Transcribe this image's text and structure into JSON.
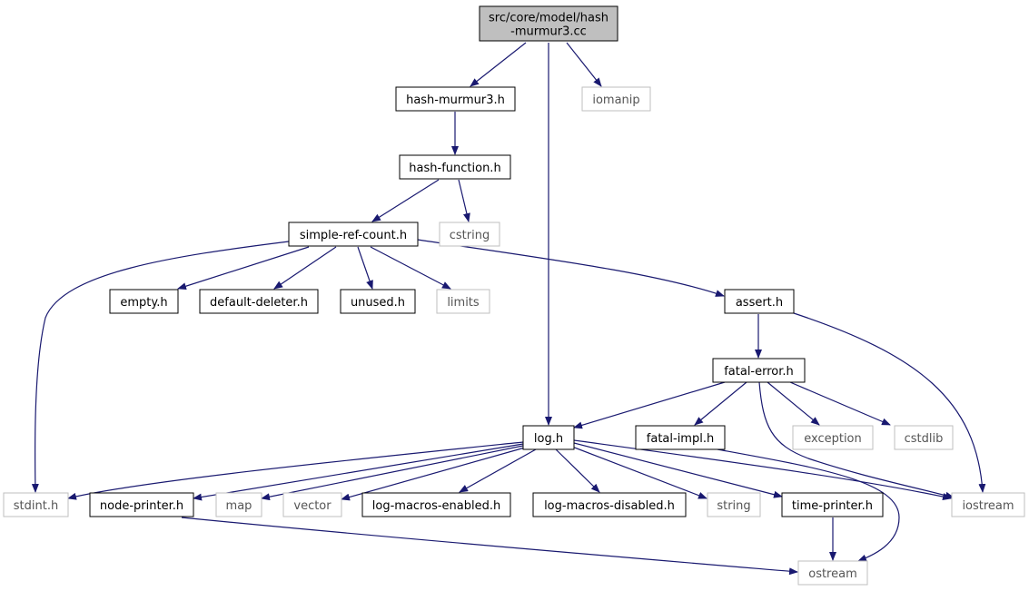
{
  "colors": {
    "edge": "#191970",
    "root_fill": "#bfbfbf",
    "local_border": "#000000",
    "system_border": "#bfbfbf",
    "system_text": "#555555"
  },
  "nodes": [
    {
      "id": "root",
      "label": [
        "src/core/model/hash",
        "-murmur3.cc"
      ],
      "kind": "root"
    },
    {
      "id": "hash_murmur3_h",
      "label": [
        "hash-murmur3.h"
      ],
      "kind": "local"
    },
    {
      "id": "iomanip",
      "label": [
        "iomanip"
      ],
      "kind": "system"
    },
    {
      "id": "hash_function_h",
      "label": [
        "hash-function.h"
      ],
      "kind": "local"
    },
    {
      "id": "simple_ref_count_h",
      "label": [
        "simple-ref-count.h"
      ],
      "kind": "local"
    },
    {
      "id": "cstring",
      "label": [
        "cstring"
      ],
      "kind": "system"
    },
    {
      "id": "empty_h",
      "label": [
        "empty.h"
      ],
      "kind": "local"
    },
    {
      "id": "default_deleter_h",
      "label": [
        "default-deleter.h"
      ],
      "kind": "local"
    },
    {
      "id": "unused_h",
      "label": [
        "unused.h"
      ],
      "kind": "local"
    },
    {
      "id": "limits",
      "label": [
        "limits"
      ],
      "kind": "system"
    },
    {
      "id": "assert_h",
      "label": [
        "assert.h"
      ],
      "kind": "local"
    },
    {
      "id": "fatal_error_h",
      "label": [
        "fatal-error.h"
      ],
      "kind": "local"
    },
    {
      "id": "log_h",
      "label": [
        "log.h"
      ],
      "kind": "local"
    },
    {
      "id": "fatal_impl_h",
      "label": [
        "fatal-impl.h"
      ],
      "kind": "local"
    },
    {
      "id": "exception",
      "label": [
        "exception"
      ],
      "kind": "system"
    },
    {
      "id": "cstdlib",
      "label": [
        "cstdlib"
      ],
      "kind": "system"
    },
    {
      "id": "stdint_h",
      "label": [
        "stdint.h"
      ],
      "kind": "system"
    },
    {
      "id": "node_printer_h",
      "label": [
        "node-printer.h"
      ],
      "kind": "local"
    },
    {
      "id": "map",
      "label": [
        "map"
      ],
      "kind": "system"
    },
    {
      "id": "vector",
      "label": [
        "vector"
      ],
      "kind": "system"
    },
    {
      "id": "log_macros_enabled_h",
      "label": [
        "log-macros-enabled.h"
      ],
      "kind": "local"
    },
    {
      "id": "log_macros_disabled_h",
      "label": [
        "log-macros-disabled.h"
      ],
      "kind": "local"
    },
    {
      "id": "string",
      "label": [
        "string"
      ],
      "kind": "system"
    },
    {
      "id": "time_printer_h",
      "label": [
        "time-printer.h"
      ],
      "kind": "local"
    },
    {
      "id": "iostream",
      "label": [
        "iostream"
      ],
      "kind": "system"
    },
    {
      "id": "ostream",
      "label": [
        "ostream"
      ],
      "kind": "system"
    }
  ],
  "edges": [
    {
      "from": "root",
      "to": "hash_murmur3_h"
    },
    {
      "from": "root",
      "to": "log_h"
    },
    {
      "from": "root",
      "to": "iomanip"
    },
    {
      "from": "hash_murmur3_h",
      "to": "hash_function_h"
    },
    {
      "from": "hash_function_h",
      "to": "simple_ref_count_h"
    },
    {
      "from": "hash_function_h",
      "to": "cstring"
    },
    {
      "from": "simple_ref_count_h",
      "to": "stdint_h"
    },
    {
      "from": "simple_ref_count_h",
      "to": "empty_h"
    },
    {
      "from": "simple_ref_count_h",
      "to": "default_deleter_h"
    },
    {
      "from": "simple_ref_count_h",
      "to": "unused_h"
    },
    {
      "from": "simple_ref_count_h",
      "to": "limits"
    },
    {
      "from": "simple_ref_count_h",
      "to": "assert_h"
    },
    {
      "from": "assert_h",
      "to": "fatal_error_h"
    },
    {
      "from": "assert_h",
      "to": "iostream"
    },
    {
      "from": "fatal_error_h",
      "to": "log_h"
    },
    {
      "from": "fatal_error_h",
      "to": "fatal_impl_h"
    },
    {
      "from": "fatal_error_h",
      "to": "exception"
    },
    {
      "from": "fatal_error_h",
      "to": "cstdlib"
    },
    {
      "from": "fatal_error_h",
      "to": "iostream"
    },
    {
      "from": "fatal_impl_h",
      "to": "ostream"
    },
    {
      "from": "log_h",
      "to": "stdint_h"
    },
    {
      "from": "log_h",
      "to": "node_printer_h"
    },
    {
      "from": "log_h",
      "to": "map"
    },
    {
      "from": "log_h",
      "to": "vector"
    },
    {
      "from": "log_h",
      "to": "log_macros_enabled_h"
    },
    {
      "from": "log_h",
      "to": "log_macros_disabled_h"
    },
    {
      "from": "log_h",
      "to": "string"
    },
    {
      "from": "log_h",
      "to": "time_printer_h"
    },
    {
      "from": "log_h",
      "to": "iostream"
    },
    {
      "from": "node_printer_h",
      "to": "ostream"
    },
    {
      "from": "time_printer_h",
      "to": "ostream"
    }
  ]
}
